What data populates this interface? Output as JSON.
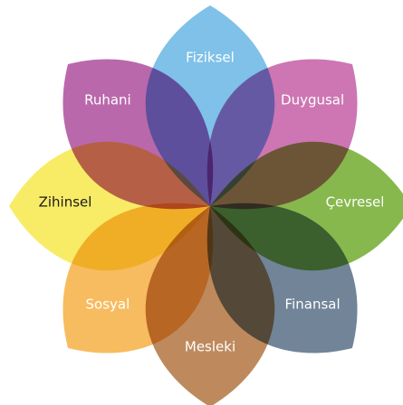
{
  "wheel": {
    "petals": [
      {
        "key": "fiziksel",
        "label": "Fiziksel",
        "color": "#74bce6",
        "text_color": "#ffffff"
      },
      {
        "key": "duygusal",
        "label": "Duygusal",
        "color": "#c96aad",
        "text_color": "#ffffff"
      },
      {
        "key": "cevresel",
        "label": "Çevresel",
        "color": "#7cb23e",
        "text_color": "#ffffff"
      },
      {
        "key": "finansal",
        "label": "Finansal",
        "color": "#65798f",
        "text_color": "#ffffff"
      },
      {
        "key": "mesleki",
        "label": "Mesleki",
        "color": "#b9804f",
        "text_color": "#ffffff"
      },
      {
        "key": "sosyal",
        "label": "Sosyal",
        "color": "#f6b652",
        "text_color": "#ffffff"
      },
      {
        "key": "zihinsel",
        "label": "Zihinsel",
        "color": "#f7ea5a",
        "text_color": "#1a1a1a"
      },
      {
        "key": "ruhani",
        "label": "Ruhani",
        "color": "#b45ba5",
        "text_color": "#ffffff"
      }
    ]
  }
}
